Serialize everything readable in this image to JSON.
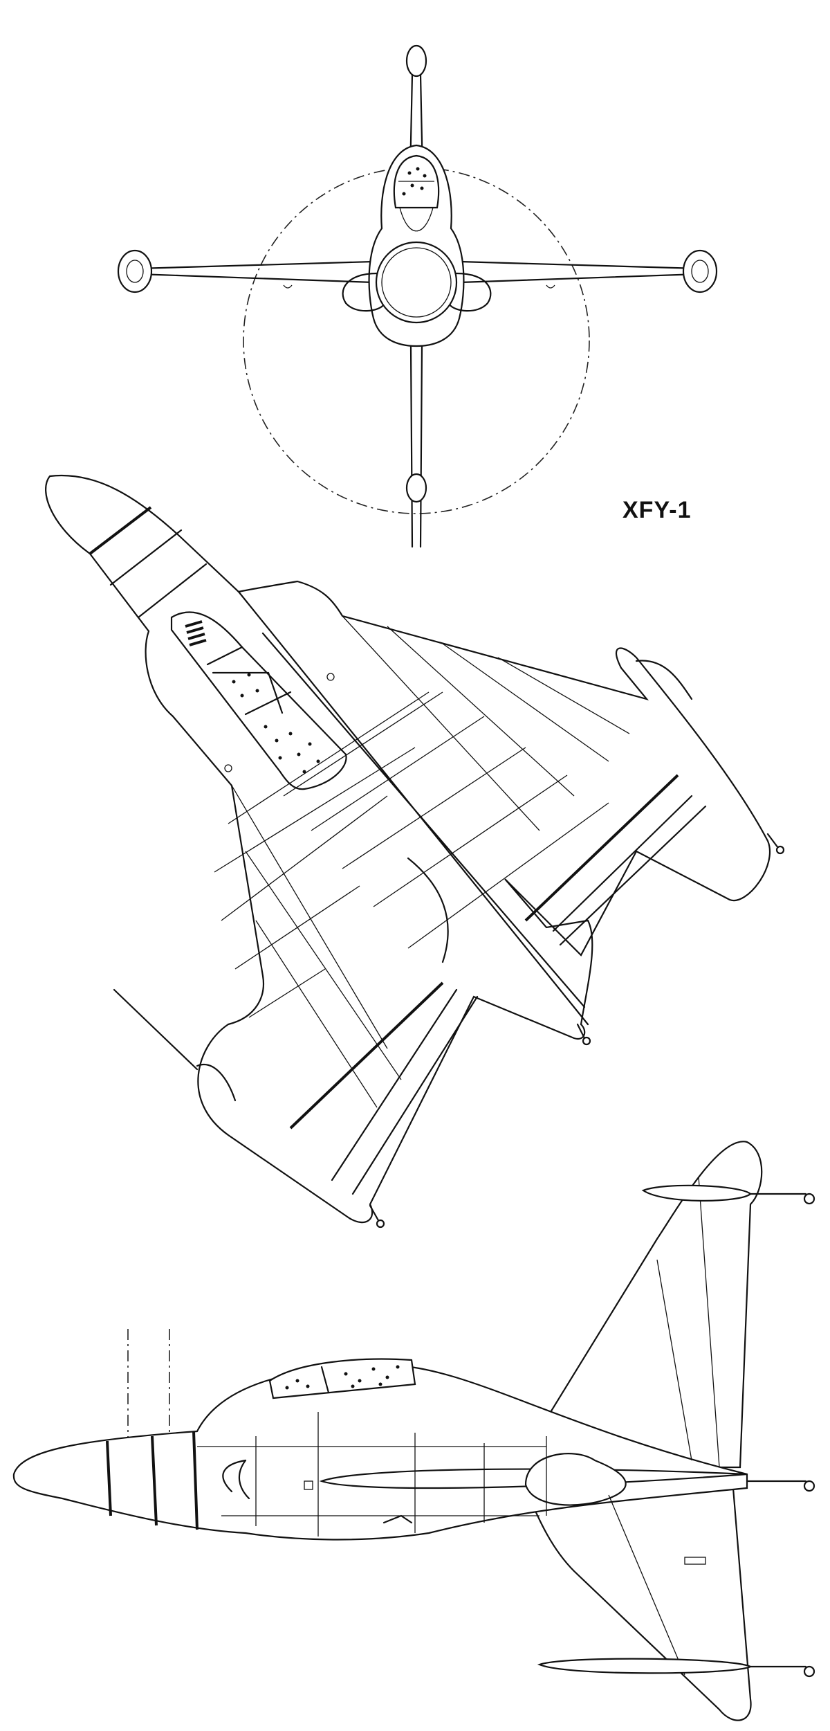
{
  "title": "XFY-1",
  "colors": {
    "ink": "#111111",
    "background": "#ffffff"
  },
  "views": [
    "front-view",
    "top-view",
    "side-view"
  ]
}
